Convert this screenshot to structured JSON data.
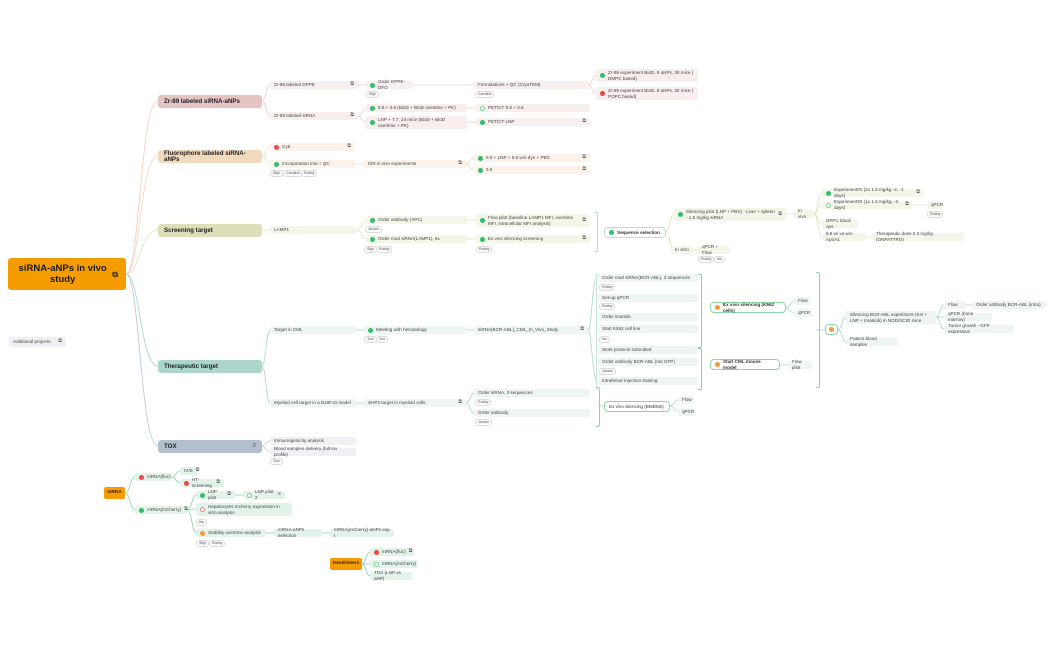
{
  "root": {
    "title": "siRNA-aNPs in vivo study",
    "link_icon": "external-link-icon"
  },
  "additional": {
    "label": "Additional projects"
  },
  "categories": {
    "zr": "Zr-89 labeled siRNA-aNPs",
    "fl": "Fluorophore labeled siRNA-aNPs",
    "sc": "Screening target",
    "th": "Therapeutic target",
    "tox": "TOX"
  },
  "zr": {
    "dppe": "Zr-89 labeled DPPE",
    "sirna": "Zr-89 labeled siRNA",
    "order_dppe": "Order DPPE-DFO",
    "order_dppe_tag": "Stijn",
    "formulations": "Formulations + QC (CryoTEM)",
    "formulations_tag": "Carolina",
    "exp_dmpc": "Zr-89 experiment BioD, 6 aNPs, 30 mice ( DMPC based)",
    "exp_popc": "Zr-89 experiment BioD, 6 aNPs, 30 mice ( POPC based)",
    "biod1": "9.8 + 3.6 (BioD + BioD overtime + PK)",
    "biod2": "LNP + 7.7, 24 mice (BioD + BioD overtime + PK)",
    "petct1": "PET/CT 9.8 + 3.6",
    "petct2": "PET/CT LNP"
  },
  "fl": {
    "cy5": "Cy5",
    "incorp": "Incorporation trial + QC",
    "incorp_tags": [
      "Stijn",
      "Carolina",
      "Robby"
    ],
    "dir": "DiR in vivo experiments",
    "dir_a": "9.8 + LNP + 9.8 w/o dye + PBS",
    "dir_b": "3.6"
  },
  "sc": {
    "lamp1": "LAMP1",
    "order_ab": "Order antibody (APC)",
    "order_ab_tag": "Jeroen",
    "order_mod": "Order mod siRNA(LAMP1), 6x",
    "order_mod_tags": [
      "Stijn",
      "Robby"
    ],
    "flow_pilot": "Flow pilot (baseline LAMP1 MFI, overtime MFI, intracellular MFI analysis)",
    "ex_vivo": "Ex vivo silencing screening",
    "ex_vivo_tag": "Robby",
    "seq_sel": "Sequence selection",
    "silencing_pilot": "Silencing pilot (LNP + PBS) - Liver + spleen - 1.5 mg/kg siRNA",
    "in_vivo": "In vivo",
    "in_vitro": "In vitro",
    "qpcr_flow": "qPCR + Flow",
    "qpcr_flow_tags": [
      "Robby",
      "Iris"
    ],
    "exp1": "Experiment#1 (2x 1.5 mg/kg -2, -1 days)",
    "exp2": "Experiment#2 (1x 1.5 mg/kg, -3 days)",
    "qpcr": "qPCR",
    "qpcr_tag": "Robby",
    "dppc": "DPPC block ops",
    "apoa1": "9.8 w/ vs w/o ApoA1",
    "ther_dose": "Therapeutic dose 0.3 mg/kg (ONPATTRO)"
  },
  "th": {
    "cml": "Target in CML",
    "meeting": "Meeting with hematology",
    "meeting_tags": [
      "Tom",
      "Yuri"
    ],
    "sirna_study": "siRNA(BCR-ABL)_CML_In_Vivo_Study",
    "tasks": [
      {
        "label": "Order mod siRNA(BCR-ABL), 3 sequences",
        "tag": "Robby"
      },
      {
        "label": "Set-up qPCR",
        "tag": "Robby"
      },
      {
        "label": "Order imatinib",
        "tag": ""
      },
      {
        "label": "Start K562 cell line",
        "tag": "Iris"
      },
      {
        "label": "Work protocol submitted",
        "tag": ""
      },
      {
        "label": "Order antibody BCR-ABL (not GFP)",
        "tag": "Jeroen"
      },
      {
        "label": "Intrafemur injection training",
        "tag": ""
      }
    ],
    "ex_vivo_k562": "Ex vivo silencing (K562 cells)",
    "flow": "Flow",
    "qpcr": "qPCR",
    "cml_mouse": "Start CML mouse model",
    "flow_pilot": "Flow pilot",
    "silencing_bcr": "Silencing BCR-ABL experiment (9.8 + LNP + Imatinib) in NOD/SCID mice",
    "patient_blood": "Patient blood samples",
    "out_flow": "Flow",
    "out_order_ab": "Order antibody BCR-ABL (intra)",
    "out_qpcr": "qPCR (bone marrow)",
    "out_tumor": "Tumor growth - GFP expression",
    "myeloid": "Myeloid cell target in a B16F10 model",
    "shp2": "SHP2 target in myeloid cells",
    "order_sirna3": "Order siRNA, 3 sequences",
    "order_sirna3_tag": "Robby",
    "order_antibody": "Order antibody",
    "order_antibody_tag": "Jeroen",
    "ex_vivo_bmdm": "Ex vivo silencing (BMDMs)",
    "bmdm_flow": "Flow",
    "bmdm_qpcr": "qPCR"
  },
  "tox": {
    "immuno": "Immunogenicity analysis",
    "blood": "Blood samples delivery (full tox profile)",
    "blood_tag": "Tom"
  },
  "mrna": {
    "title": "mRNA",
    "fluc": "mRNA(fluc)",
    "ivis": "IVIS",
    "ht": "HT-screening",
    "mcherry": "mRNA(mCherry)",
    "lnp_pilot": "LNP pilot",
    "lnp_pilot2": "LNP pilot 2",
    "hepato": "Hepatocytes mcherry expression in vitro analysis",
    "hepato_tag": "Iris",
    "stability": "Stability overtime analysis",
    "stability_tags": [
      "Stijn",
      "Robby"
    ],
    "selection": "mRNA-aNPs selection",
    "exp1": "mRNA(mCherry)-aNPs exp I"
  },
  "dendrimers": {
    "title": "Dendrimers",
    "fluc": "mRNA(fluc)",
    "mcherry": "mRNA(mCherry)",
    "tox": "TOX (LNP vs aNP)"
  },
  "colors": {
    "root": "#f59c00",
    "zr": "#e6c3c3",
    "fluorophore": "#f1d9bc",
    "screening": "#dcdfb8",
    "therapeutic": "#acd6cb",
    "tox": "#b3bfcc",
    "done": "#2fbf6a",
    "blocked": "#f04545",
    "in_progress": "#f59a3b"
  }
}
